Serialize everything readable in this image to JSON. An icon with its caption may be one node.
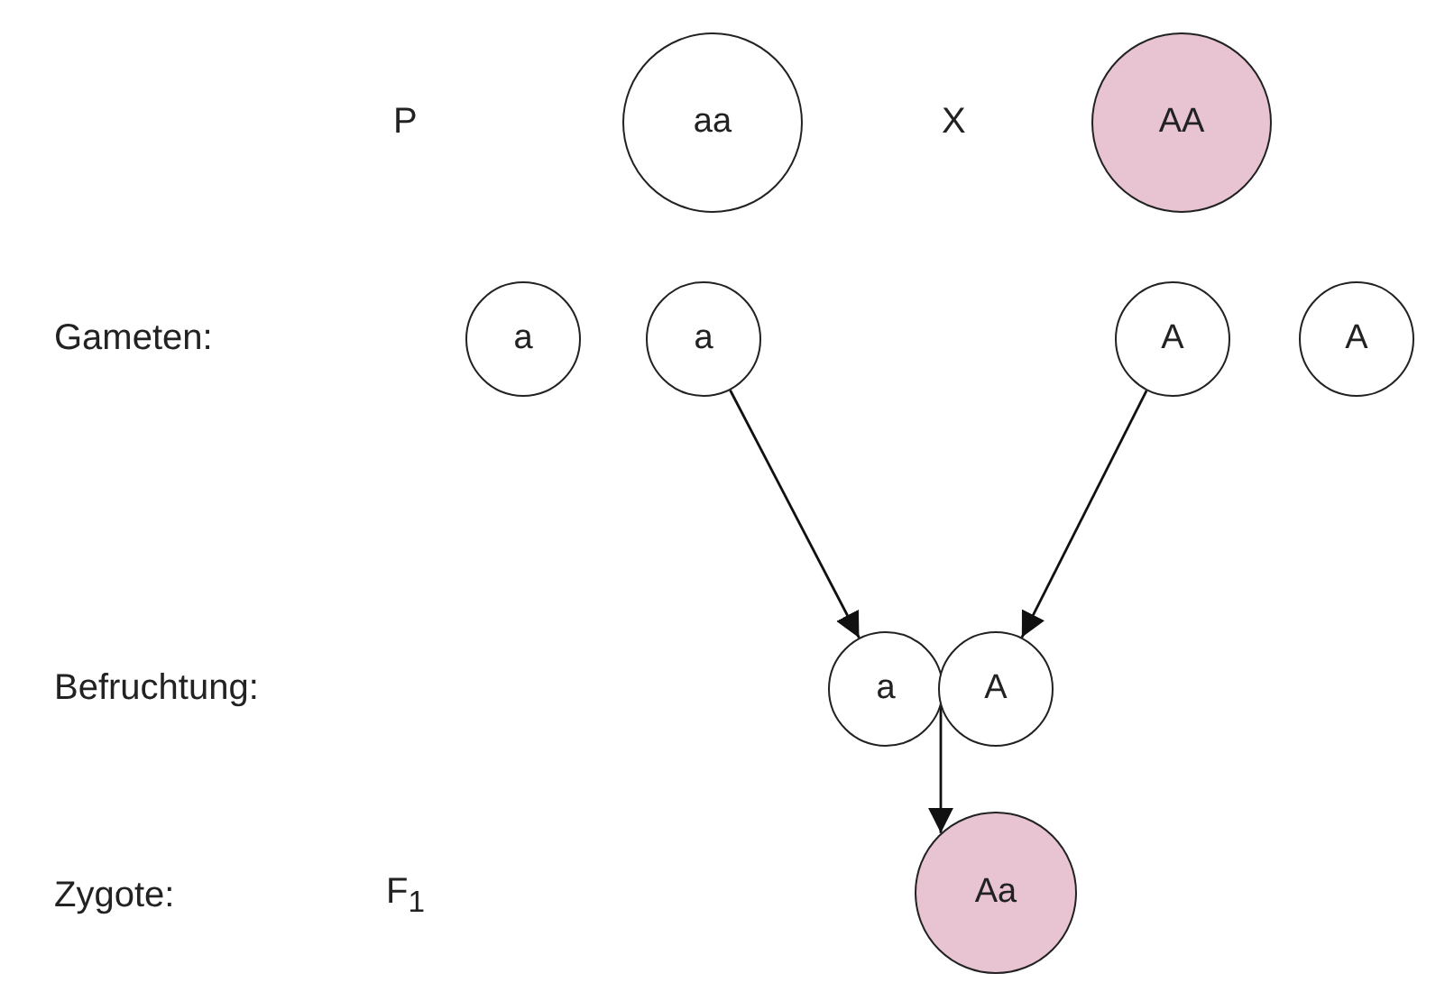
{
  "diagram": {
    "nodes": [
      {
        "text": [
          "aa"
        ]
      },
      {
        "text": [
          "AA"
        ]
      },
      {
        "text": [
          "a"
        ]
      },
      {
        "text": [
          "a"
        ]
      },
      {
        "text": [
          "A"
        ]
      },
      {
        "text": [
          "A"
        ]
      },
      {
        "text": [
          "a"
        ]
      },
      {
        "text": [
          "A"
        ]
      },
      {
        "text": [
          "Aa"
        ]
      }
    ],
    "edges": [
      {
        "from": 3,
        "to": 6,
        "arrow": "to"
      },
      {
        "from": 4,
        "to": 7,
        "arrow": "to"
      },
      {
        "from": 6,
        "to": 8,
        "arrow": "to"
      },
      {
        "from": 7,
        "to": 8,
        "arrow": "to"
      }
    ],
    "labels": [
      "P",
      "X",
      "Gameten:",
      "Befruchtung:",
      "Zygote:",
      "F$_{1}$"
    ]
  }
}
